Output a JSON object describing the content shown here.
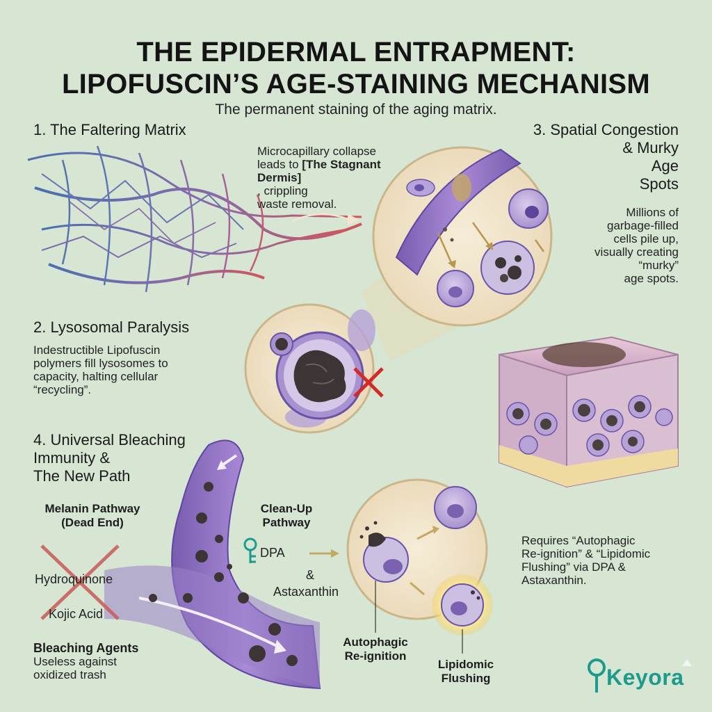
{
  "title_line1": "THE EPIDERMAL ENTRAPMENT:",
  "title_line2": "LIPOFUSCIN’S AGE-STAINING MECHANISM",
  "subtitle": "The permanent staining of the aging matrix.",
  "section1": {
    "heading": "1. The Faltering Matrix",
    "text_a": "Microcapillary collapse",
    "text_b": "leads to",
    "text_bold": "[The Stagnant Dermis]",
    "text_c": ", crippling",
    "text_d": "waste removal."
  },
  "section2": {
    "heading": "2. Lysosomal Paralysis",
    "lines": [
      "Indestructible Lipofuscin",
      "polymers fill lysosomes to",
      "capacity, halting cellular",
      "“recycling”."
    ]
  },
  "section3": {
    "heading_lines": [
      "3. Spatial Congestion",
      "& Murky",
      "Age",
      "Spots"
    ],
    "lines": [
      "Millions of",
      "garbage-filled",
      "cells pile up,",
      "visually creating",
      "“murky”",
      "age spots."
    ]
  },
  "section4": {
    "heading_lines": [
      "4. Universal Bleaching",
      "Immunity &",
      "The New Path"
    ],
    "melanin_lines": [
      "Melanin Pathway",
      "(Dead End)"
    ],
    "hydroquinone": "Hydroquinone",
    "kojic": "Kojic Acid",
    "bleaching_heading": "Bleaching Agents",
    "bleaching_lines": [
      "Useless against",
      "oxidized trash"
    ],
    "cleanup_lines": [
      "Clean-Up",
      "Pathway"
    ],
    "dpa": "DPA",
    "amp": "&",
    "astaxanthin": "Astaxanthin",
    "autophagic_lines": [
      "Autophagic",
      "Re-ignition"
    ],
    "lipidomic_lines": [
      "Lipidomic",
      "Flushing"
    ],
    "requires_lines": [
      "Requires “Autophagic",
      "Re-ignition” & “Lipidomic",
      "Flushing” via DPA &",
      "Astaxanthin."
    ]
  },
  "brand": "Keyora",
  "colors": {
    "background": "#d6e6d3",
    "vein_blue": "#4a6fb0",
    "vein_red": "#d0555a",
    "vessel_purple": "#8b6fc0",
    "debris": "#3d3535",
    "brand_teal": "#1e9a8c"
  }
}
